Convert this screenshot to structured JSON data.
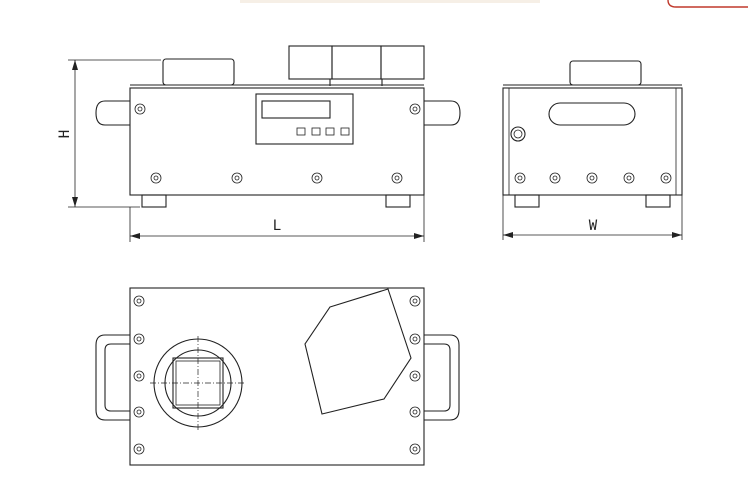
{
  "diagram": {
    "labels": {
      "height": "H",
      "length": "L",
      "width": "W"
    }
  }
}
